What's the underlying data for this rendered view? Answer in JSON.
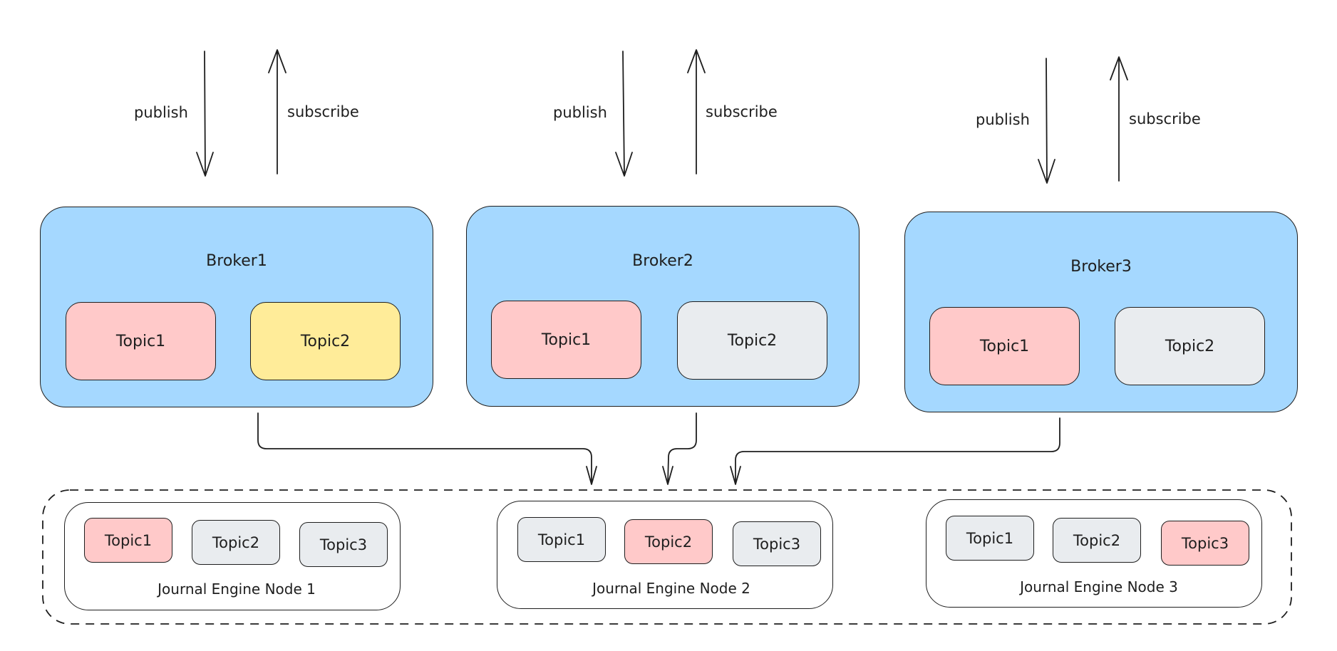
{
  "colors": {
    "broker_fill": "#a5d8ff",
    "topic_red": "#ffc9c9",
    "topic_yellow": "#ffec99",
    "topic_gray": "#e9ecef",
    "stroke": "#1e1e1e"
  },
  "io": [
    {
      "publish": "publish",
      "subscribe": "subscribe"
    },
    {
      "publish": "publish",
      "subscribe": "subscribe"
    },
    {
      "publish": "publish",
      "subscribe": "subscribe"
    }
  ],
  "brokers": [
    {
      "name": "Broker1",
      "topics": [
        {
          "label": "Topic1",
          "color": "#ffc9c9"
        },
        {
          "label": "Topic2",
          "color": "#ffec99"
        }
      ]
    },
    {
      "name": "Broker2",
      "topics": [
        {
          "label": "Topic1",
          "color": "#ffc9c9"
        },
        {
          "label": "Topic2",
          "color": "#e9ecef"
        }
      ]
    },
    {
      "name": "Broker3",
      "topics": [
        {
          "label": "Topic1",
          "color": "#ffc9c9"
        },
        {
          "label": "Topic2",
          "color": "#e9ecef"
        }
      ]
    }
  ],
  "journal_cluster": {
    "nodes": [
      {
        "name": "Journal Engine Node 1",
        "topics": [
          {
            "label": "Topic1",
            "color": "#ffc9c9"
          },
          {
            "label": "Topic2",
            "color": "#e9ecef"
          },
          {
            "label": "Topic3",
            "color": "#e9ecef"
          }
        ]
      },
      {
        "name": "Journal Engine Node 2",
        "topics": [
          {
            "label": "Topic1",
            "color": "#e9ecef"
          },
          {
            "label": "Topic2",
            "color": "#ffc9c9"
          },
          {
            "label": "Topic3",
            "color": "#e9ecef"
          }
        ]
      },
      {
        "name": "Journal Engine Node 3",
        "topics": [
          {
            "label": "Topic1",
            "color": "#e9ecef"
          },
          {
            "label": "Topic2",
            "color": "#e9ecef"
          },
          {
            "label": "Topic3",
            "color": "#ffc9c9"
          }
        ]
      }
    ]
  }
}
